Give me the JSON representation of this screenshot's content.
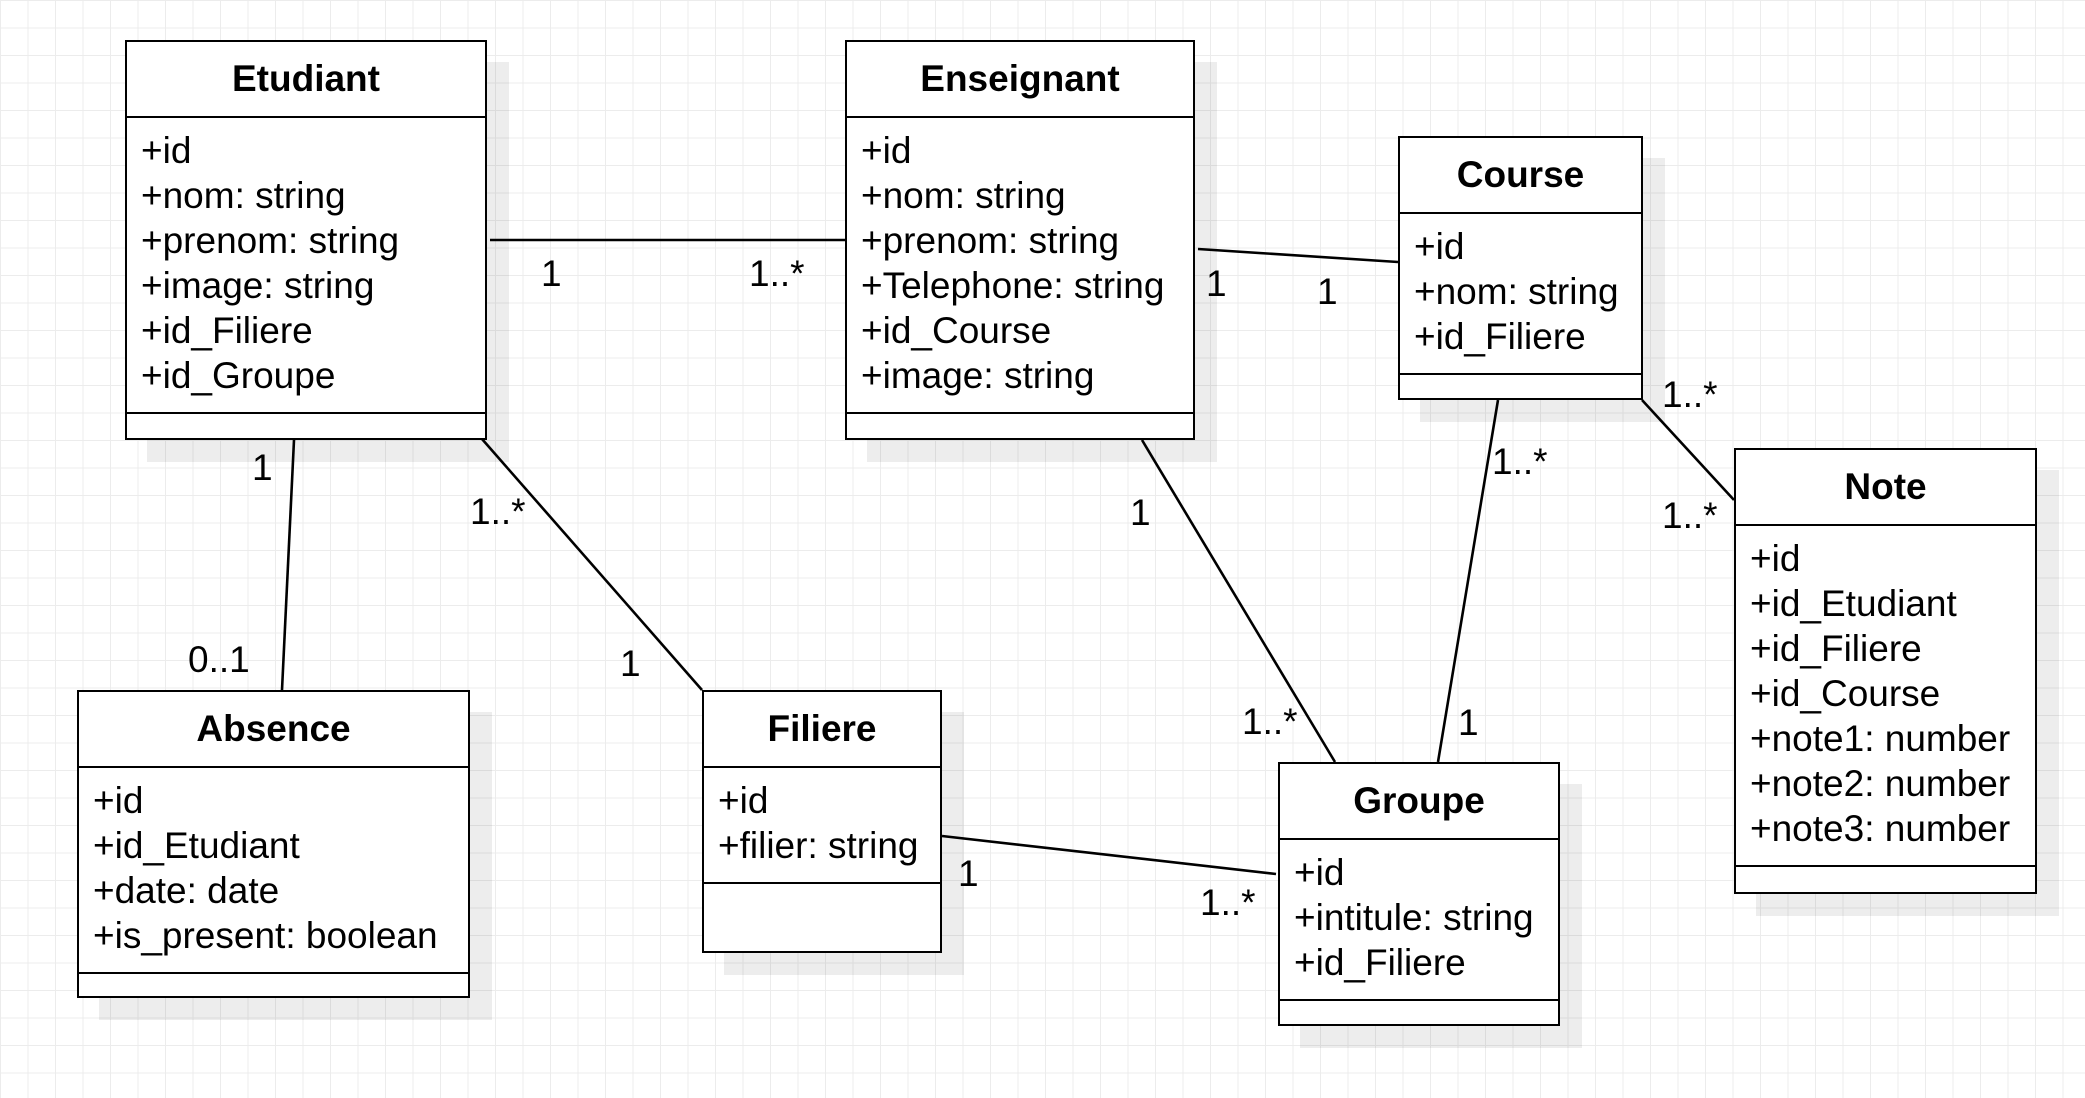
{
  "diagram": {
    "classes": [
      {
        "key": "etudiant",
        "name": "Etudiant",
        "attributes": [
          "+id",
          "+nom: string",
          "+prenom: string",
          "+image: string",
          "+id_Filiere",
          "+id_Groupe"
        ]
      },
      {
        "key": "enseignant",
        "name": "Enseignant",
        "attributes": [
          "+id",
          "+nom: string",
          "+prenom: string",
          "+Telephone: string",
          "+id_Course",
          "+image: string"
        ]
      },
      {
        "key": "course",
        "name": "Course",
        "attributes": [
          "+id",
          "+nom: string",
          "+id_Filiere"
        ]
      },
      {
        "key": "note",
        "name": "Note",
        "attributes": [
          "+id",
          "+id_Etudiant",
          "+id_Filiere",
          "+id_Course",
          "+note1: number",
          "+note2: number",
          "+note3: number"
        ]
      },
      {
        "key": "absence",
        "name": "Absence",
        "attributes": [
          "+id",
          "+id_Etudiant",
          "+date: date",
          "+is_present: boolean"
        ]
      },
      {
        "key": "filiere",
        "name": "Filiere",
        "attributes": [
          "+id",
          "+filier: string"
        ]
      },
      {
        "key": "groupe",
        "name": "Groupe",
        "attributes": [
          "+id",
          "+intitule: string",
          "+id_Filiere"
        ]
      }
    ],
    "associations": [
      {
        "from": "Etudiant",
        "to": "Enseignant",
        "from_mult": "1",
        "to_mult": "1..*"
      },
      {
        "from": "Enseignant",
        "to": "Course",
        "from_mult": "1",
        "to_mult": "1"
      },
      {
        "from": "Course",
        "to": "Note",
        "from_mult": "1..*",
        "to_mult": "1..*"
      },
      {
        "from": "Etudiant",
        "to": "Absence",
        "from_mult": "1",
        "to_mult": "0..1"
      },
      {
        "from": "Etudiant",
        "to": "Filiere",
        "from_mult": "1..*",
        "to_mult": "1"
      },
      {
        "from": "Enseignant",
        "to": "Groupe",
        "from_mult": "1",
        "to_mult": "1..*"
      },
      {
        "from": "Course",
        "to": "Groupe",
        "from_mult": "1..*",
        "to_mult": "1"
      },
      {
        "from": "Filiere",
        "to": "Groupe",
        "from_mult": "1",
        "to_mult": "1..*"
      }
    ]
  }
}
